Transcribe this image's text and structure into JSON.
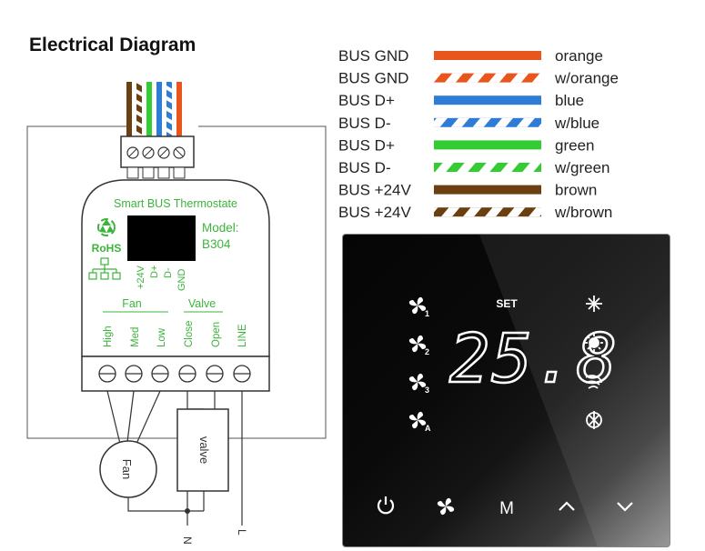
{
  "title": "Electrical Diagram",
  "legend": [
    {
      "bus": "BUS  GND",
      "color": "orange",
      "hex": "#e9561d",
      "striped": false
    },
    {
      "bus": "BUS GND",
      "color": "w/orange",
      "hex": "#e9561d",
      "striped": true
    },
    {
      "bus": "BUS  D+",
      "color": "blue",
      "hex": "#2f7cd6",
      "striped": false
    },
    {
      "bus": "BUS  D-",
      "color": "w/blue",
      "hex": "#2f7cd6",
      "striped": true
    },
    {
      "bus": "BUS  D+",
      "color": "green",
      "hex": "#33cc33",
      "striped": false
    },
    {
      "bus": "BUS  D-",
      "color": "w/green",
      "hex": "#33cc33",
      "striped": true
    },
    {
      "bus": "BUS +24V",
      "color": "brown",
      "hex": "#6b4010",
      "striped": false
    },
    {
      "bus": "BUS +24V",
      "color": "w/brown",
      "hex": "#6b4010",
      "striped": true
    }
  ],
  "device": {
    "name": "Smart BUS Thermostate",
    "model_label": "Model:",
    "model": "B304",
    "rohs": "RoHS",
    "bus_pins": [
      "+24V",
      "D+",
      "D-",
      "GND"
    ],
    "fan_group": "Fan",
    "valve_group": "Valve",
    "terminals": [
      "High",
      "Med",
      "Low",
      "Close",
      "Open",
      "LINE"
    ],
    "fan_label": "Fan",
    "valve_label": "valve",
    "neutral_label": "N",
    "line_label": "L",
    "accent": "#3cb43c"
  },
  "panel": {
    "set_label": "SET",
    "temperature": "25.8",
    "fan_speeds": [
      "1",
      "2",
      "3",
      "A"
    ],
    "modes": [
      "snowflake-icon",
      "sun-icon",
      "wind-icon",
      "snowflake-sun-icon"
    ],
    "buttons": [
      "power-icon",
      "fan-icon",
      "M",
      "up-chevron-icon",
      "down-chevron-icon"
    ]
  }
}
